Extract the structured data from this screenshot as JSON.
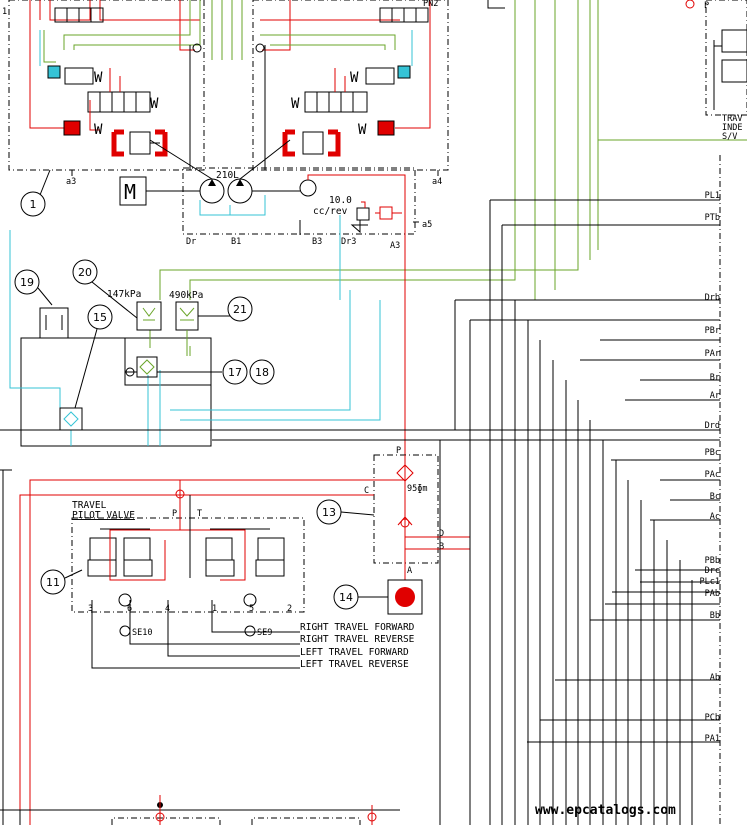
{
  "components": {
    "pump": {
      "callout": "1",
      "size_label": "210L",
      "displacement": "10.0",
      "displacement_unit": "cc/rev"
    },
    "travel_pilot_valve": {
      "callout": "11",
      "title_line1": "TRAVEL",
      "title_line2": "PILOT VALVE"
    },
    "pilot_block": {
      "callout": "13",
      "orifice": "95ɸm"
    },
    "accumulator": {
      "callout": "14"
    },
    "return_filter": {
      "callout": "15"
    },
    "callout_17": "17",
    "callout_18": "18",
    "breather": {
      "callout": "19"
    },
    "bypass_check_20": {
      "callout": "20",
      "pressure": "147kPa"
    },
    "bypass_check_21": {
      "callout": "21",
      "pressure": "490kPa"
    },
    "travel_inde_sv": {
      "line1": "TRAV",
      "line2": "INDE",
      "line3": "S/V"
    }
  },
  "ports": {
    "a3": "a3",
    "a4": "a4",
    "a5": "a5",
    "dr": "Dr",
    "b1": "B1",
    "b3": "B3",
    "dr3": "Dr3",
    "a3_cap": "A3",
    "p_top": "P",
    "c": "C",
    "d": "D",
    "b": "B",
    "a": "A",
    "pn2": "PN2",
    "p_valve": "P",
    "t_valve": "T",
    "p_corner": "P",
    "one": "1",
    "tv_3": "3",
    "tv_6": "6",
    "tv_4": "4",
    "tv_1": "1",
    "tv_5": "5",
    "tv_2": "2",
    "se10": "SE10",
    "se9": "SE9"
  },
  "right_column_ports": [
    "PL1",
    "PTb",
    "Drb",
    "PBr",
    "PAr",
    "Br",
    "Ar",
    "Drd",
    "PBc",
    "PAc",
    "Bc",
    "Ac",
    "PBb",
    "Drc",
    "PLc1",
    "PAb",
    "Bb",
    "Ab",
    "PCb",
    "PA1"
  ],
  "line_labels": {
    "right_forward": "RIGHT TRAVEL FORWARD",
    "right_reverse": "RIGHT TRAVEL REVERSE",
    "left_forward": "LEFT TRAVEL FORWARD",
    "left_reverse": "LEFT TRAVEL REVERSE"
  },
  "watermark": "www.epcatalogs.com",
  "colors": {
    "pilot_pressure": "#e00000",
    "pilot_line": "#6aa52a",
    "drain": "#35c3d6",
    "main": "#000000"
  }
}
